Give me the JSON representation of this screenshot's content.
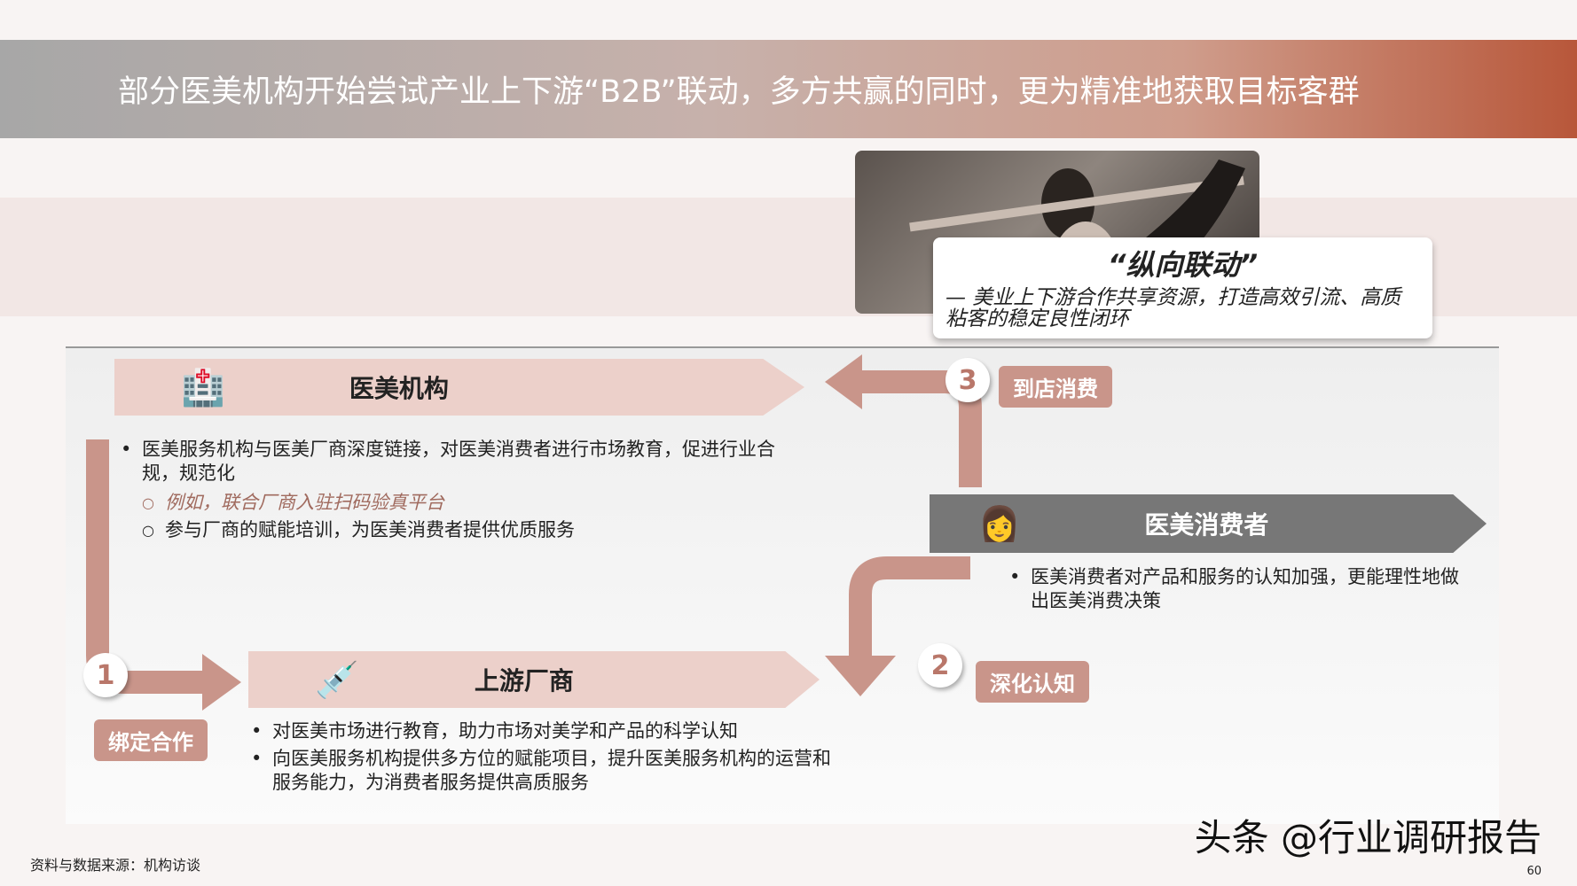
{
  "title": "部分医美机构开始尝试产业上下游“B2B”联动，多方共赢的同时，更为精准地获取目标客群",
  "callout": {
    "heading": "“纵向联动”",
    "subtitle": "— 美业上下游合作共享资源，打造高效引流、高质粘客的稳定良性闭环"
  },
  "institution": {
    "label": "医美机构",
    "icon": "hospital-icon",
    "bullets": [
      "医美服务机构与医美厂商深度链接，对医美消费者进行市场教育，促进行业合规，规范化"
    ],
    "sub_bullets": [
      "例如，联合厂商入驻扫码验真平台",
      "参与厂商的赋能培训，为医美消费者提供优质服务"
    ]
  },
  "consumer": {
    "label": "医美消费者",
    "icon": "woman-avatar-icon",
    "bullets": [
      "医美消费者对产品和服务的认知加强，更能理性地做出医美消费决策"
    ]
  },
  "manufacturer": {
    "label": "上游厂商",
    "icon": "syringe-icon",
    "bullets": [
      "对医美市场进行教育，助力市场对美学和产品的科学认知",
      "向医美服务机构提供多方位的赋能项目，提升医美服务机构的运营和服务能力，为消费者服务提供高质服务"
    ]
  },
  "steps": [
    {
      "num": "1",
      "label": "绑定合作"
    },
    {
      "num": "2",
      "label": "深化认知"
    },
    {
      "num": "3",
      "label": "到店消费"
    }
  ],
  "source": "资料与数据来源：机构访谈",
  "watermark": "头条 @行业调研报告",
  "page_number": "60",
  "colors": {
    "accent": "#c9958a",
    "banner": "#ecd0ca",
    "title_end": "#b8573a"
  }
}
